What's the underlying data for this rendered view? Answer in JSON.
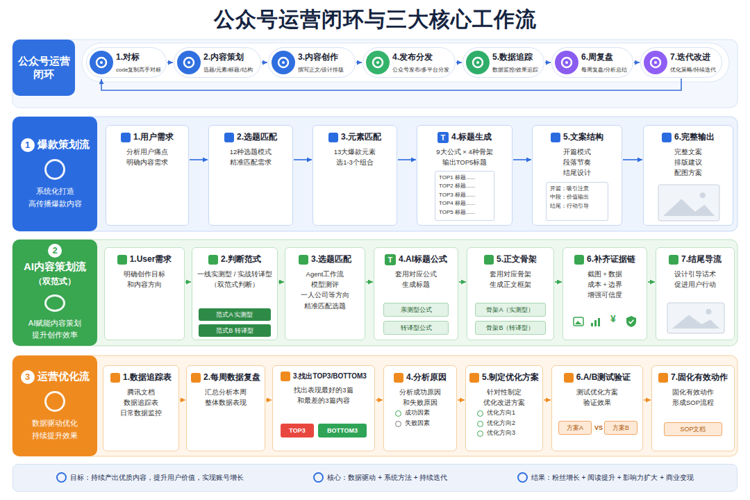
{
  "diagram": {
    "title": "公众号运营闭环与三大核心工作流",
    "nodes": [
      {
        "text": [
          "公众号运营闭环"
        ]
      },
      {
        "text": [
          "1.对标",
          "code复制高手对标"
        ]
      },
      {
        "text": [
          "2.内容策划",
          "选题/元素/标题/结构"
        ]
      },
      {
        "text": [
          "3.内容创作",
          "撰写正文/设计排版"
        ]
      },
      {
        "text": [
          "4.发布分发",
          "公众号发布/多平台分发"
        ]
      },
      {
        "text": [
          "5.数据追踪",
          "数据监控/效果追踪"
        ]
      },
      {
        "text": [
          "6.周复盘",
          "每周复盘/分析总结"
        ]
      },
      {
        "text": [
          "7.迭代改进",
          "优化策略/持续迭代"
        ]
      },
      {
        "text": [
          "1",
          "爆款策划流",
          "系统化打造 高传播爆款内容"
        ]
      },
      {
        "text": [
          "1.用户需求",
          "分析用户痛点 明确内容需求"
        ]
      },
      {
        "text": [
          "2.选题匹配",
          "12种选题模式 精准匹配需求"
        ]
      },
      {
        "text": [
          "3.元素匹配",
          "13大爆款元素 选1-3个组合"
        ]
      },
      {
        "text": [
          "T",
          "4.标题生成",
          "9大公式 × 4种骨架 输出TOP5标题"
        ]
      },
      {
        "text": [
          "TOP1 标题......",
          "TOP2 标题......",
          "TOP3 标题......",
          "TOP4 标题......",
          "TOP5 标题......"
        ],
        "in": 12
      },
      {
        "text": [
          "5.文案结构",
          "开篇模式 段落节奏 结尾设计"
        ]
      },
      {
        "text": [
          "开篇：吸引注意",
          "中段：价值输出",
          "结尾：行动引导"
        ],
        "in": 14
      },
      {
        "text": [
          "6.完整输出",
          "完整文案 排版建议 配图方案"
        ]
      },
      {
        "text": [
          "2",
          "AI内容策划流",
          "（双范式）",
          "AI赋能内容策划 提升创作效率"
        ]
      },
      {
        "text": [
          "1.User需求",
          "明确创作目标 和内容方向"
        ]
      },
      {
        "text": [
          "2.判断范式",
          "一线实测型 / 实战转译型 （双范式判断）"
        ]
      },
      {
        "text": [
          "范式A 实测型"
        ],
        "in": 19
      },
      {
        "text": [
          "范式B 转译型"
        ],
        "in": 19
      },
      {
        "text": [
          "3.选题匹配",
          "Agent工作流 模型测评 一人公司等方向 精准匹配选题"
        ]
      },
      {
        "text": [
          "T",
          "4.AI标题公式",
          "套用对应公式 生成标题"
        ]
      },
      {
        "text": [
          "亲测型公式"
        ],
        "in": 23
      },
      {
        "text": [
          "转译型公式"
        ],
        "in": 23
      },
      {
        "text": [
          "5.正文骨架",
          "套用对应骨架 生成正文框架"
        ]
      },
      {
        "text": [
          "骨架A（实测型）"
        ],
        "in": 26
      },
      {
        "text": [
          "骨架B（转译型）"
        ],
        "in": 26
      },
      {
        "text": [
          "6.补齐证据链",
          "截图 + 数据 成本 + 边界 增强可信度",
          "¥"
        ]
      },
      {
        "text": [
          "7.结尾导流",
          "设计引导话术 促进用户行动"
        ]
      },
      {
        "text": [
          "3",
          "运营优化流",
          "数据驱动优化 持续提升效果"
        ]
      },
      {
        "text": [
          "1.数据追踪表",
          "腾讯文档 数据追踪表 日常数据监控"
        ]
      },
      {
        "text": [
          "2.每周数据复盘",
          "汇总分析本周 整体数据表现"
        ]
      },
      {
        "text": [
          "3.找出TOP3/BOTTOM3",
          "找出表现最好的3篇 和最差的3篇内容"
        ]
      },
      {
        "text": [
          "TOP3"
        ],
        "in": 34
      },
      {
        "text": [
          "BOTTOM3"
        ],
        "in": 34
      },
      {
        "text": [
          "4.分析原因",
          "分析成功原因 和失败原因",
          "成功因素",
          "失败因素"
        ]
      },
      {
        "text": [
          "5.制定优化方案",
          "针对性制定 优化改进方案",
          "优化方向1",
          "优化方向2",
          "优化方向3"
        ]
      },
      {
        "text": [
          "6.A/B测试验证",
          "测试优化方案 验证效果",
          "VS"
        ]
      },
      {
        "text": [
          "方案A"
        ],
        "in": 39
      },
      {
        "text": [
          "方案B"
        ],
        "in": 39
      },
      {
        "text": [
          "7.固化有效动作",
          "固化有效动作 形成SOP流程"
        ]
      },
      {
        "text": [
          "SOP文档"
        ],
        "in": 42
      },
      {
        "text": [
          "目标：持续产出优质内容，提升用户价值，实现账号增长",
          "核心：数据驱动 + 系统方法 + 持续迭代",
          "结果：粉丝增长 + 阅读提升 + 影响力扩大 + 商业变现"
        ]
      }
    ],
    "edges": [
      {
        "from": 1,
        "to": 2,
        "arrow": "to"
      },
      {
        "from": 2,
        "to": 3,
        "arrow": "to"
      },
      {
        "from": 3,
        "to": 4,
        "arrow": "to"
      },
      {
        "from": 4,
        "to": 5,
        "arrow": "to"
      },
      {
        "from": 5,
        "to": 6,
        "arrow": "to"
      },
      {
        "from": 6,
        "to": 7,
        "arrow": "to"
      },
      {
        "from": 7,
        "to": 1,
        "arrow": "to"
      },
      {
        "from": 9,
        "to": 10,
        "arrow": "to"
      },
      {
        "from": 10,
        "to": 11,
        "arrow": "to"
      },
      {
        "from": 11,
        "to": 12,
        "arrow": "to"
      },
      {
        "from": 12,
        "to": 14,
        "arrow": "to"
      },
      {
        "from": 14,
        "to": 16,
        "arrow": "to"
      },
      {
        "from": 18,
        "to": 19,
        "arrow": "to"
      },
      {
        "from": 19,
        "to": 22,
        "arrow": "to"
      },
      {
        "from": 22,
        "to": 23,
        "arrow": "to"
      },
      {
        "from": 23,
        "to": 26,
        "arrow": "to"
      },
      {
        "from": 26,
        "to": 29,
        "arrow": "to"
      },
      {
        "from": 29,
        "to": 30,
        "arrow": "to"
      },
      {
        "from": 32,
        "to": 33,
        "arrow": "to"
      },
      {
        "from": 33,
        "to": 34,
        "arrow": "to"
      },
      {
        "from": 34,
        "to": 37,
        "arrow": "to"
      },
      {
        "from": 37,
        "to": 38,
        "arrow": "to"
      },
      {
        "from": 38,
        "to": 39,
        "arrow": "to"
      },
      {
        "from": 39,
        "to": 42,
        "arrow": "to"
      }
    ]
  }
}
